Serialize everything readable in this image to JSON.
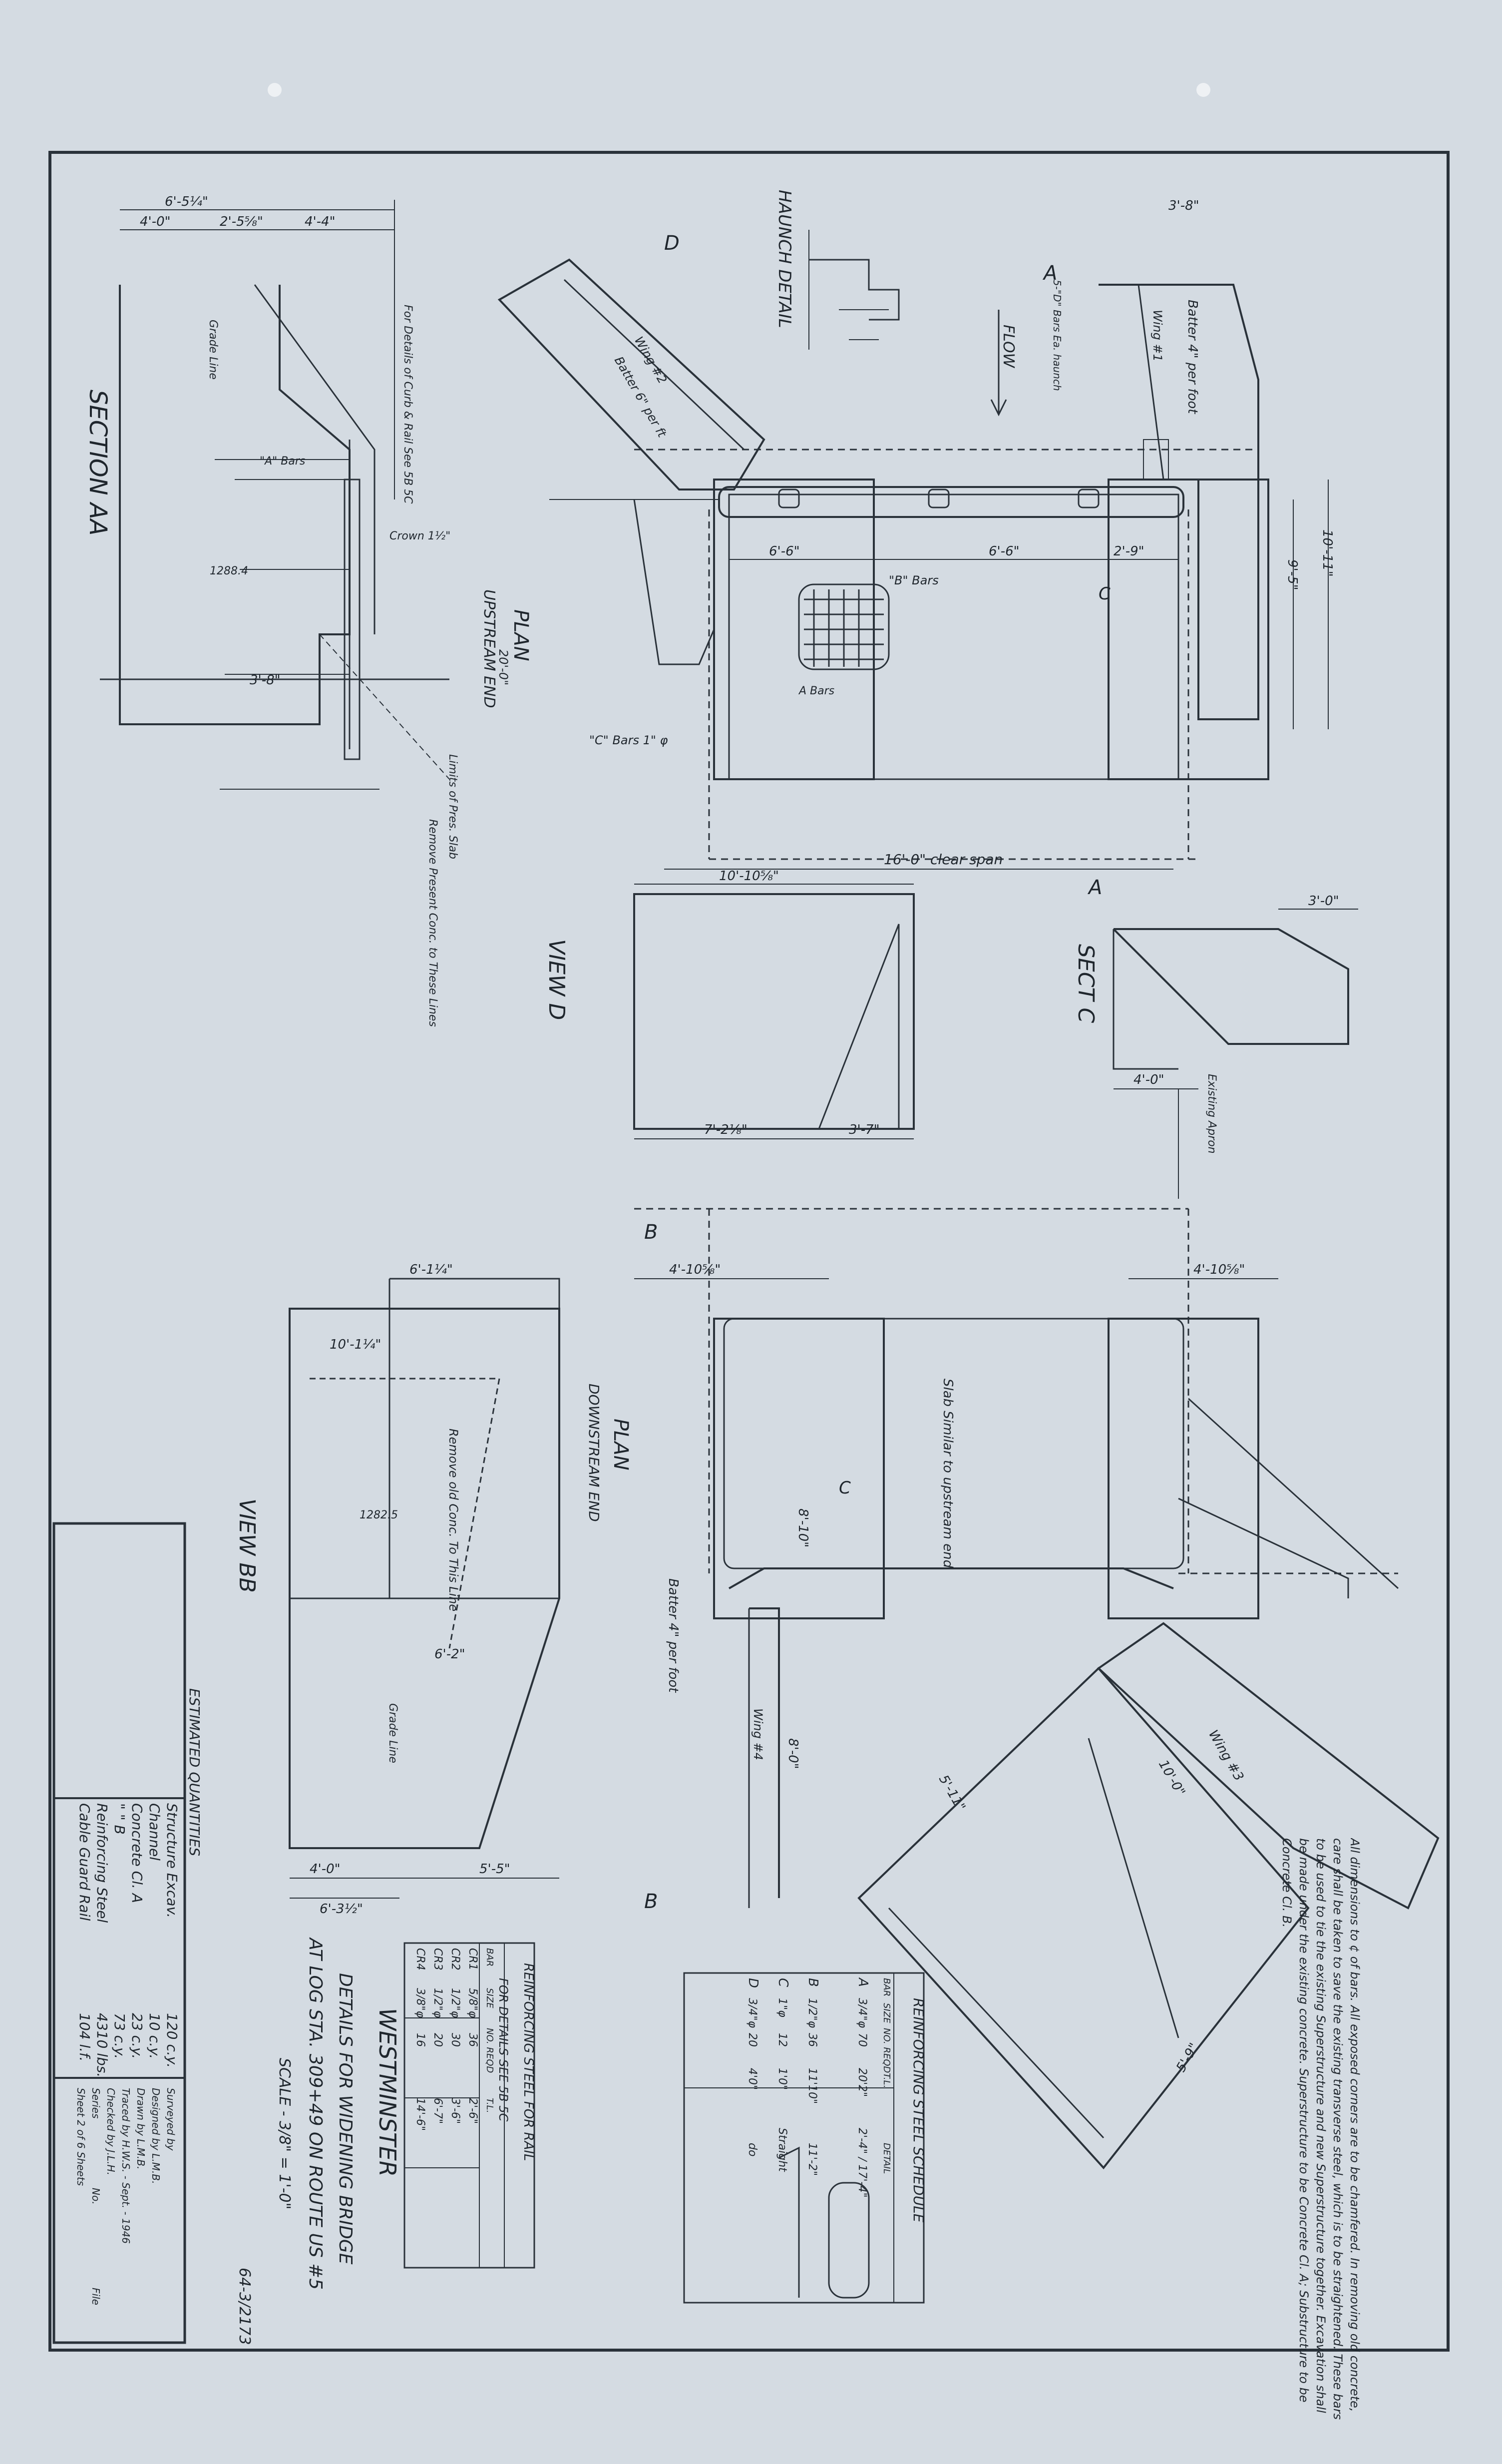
{
  "views": {
    "haunch_detail": "HAUNCH DETAIL",
    "section_aa": "SECTION AA",
    "plan_upstream_title": "PLAN",
    "plan_upstream_sub": "UPSTREAM END",
    "plan_downstream_title": "PLAN",
    "plan_downstream_sub": "DOWNSTREAM END",
    "view_d": "VIEW D",
    "sect_c": "SECT C",
    "view_bb": "VIEW BB"
  },
  "upstream_notes": {
    "flow": "FLOW",
    "clear_span": "16'-0\" clear span",
    "wing_1": "Wing #1",
    "wing_2": "Wing #2",
    "batter_4": "Batter 4\" per foot",
    "batter_6": "Batter 6\" per ft",
    "a_bars_note": "5-\"D\" Bars Ea. haunch",
    "c_bars": "\"C\" Bars 1\" φ",
    "b_bars": "\"B\" Bars",
    "a_bars": "A Bars",
    "limits_pres": "Limits of Pres. Slab",
    "existing_apron": "Existing Apron"
  },
  "section_aa_notes": {
    "grade_line": "Grade Line",
    "details_curb": "For Details of Curb & Rail See 5B 5C",
    "a_bars": "\"A\" Bars",
    "crown": "Crown 1½\"",
    "remove_concrete": "Remove Present Conc. to These Lines",
    "elev": "1288.4"
  },
  "downstream_notes": {
    "slab_similar": "Slab Similar to upstream end",
    "remove_old": "Remove old Conc. To This Line",
    "wing_3": "Wing #3",
    "wing_4": "Wing #4",
    "batter_4": "Batter 4\" per foot",
    "grade_line": "Grade Line",
    "elev": "1282.5"
  },
  "general_notes": {
    "text": "All dimensions to ¢ of bars. All exposed corners are to be chamfered. In removing old concrete, care shall be taken to save the existing transverse steel, which is to be straightened. These bars to be used to tie the existing Superstructure and new Superstructure together. Excavation shall be made under the existing concrete. Superstructure to be Concrete Cl. A; Substructure to be Concrete Cl. B."
  },
  "reinforcing_schedule": {
    "title": "REINFORCING STEEL SCHEDULE",
    "headers": [
      "BAR",
      "SIZE",
      "NO. REQD",
      "T.L.",
      "DETAIL"
    ],
    "rows": [
      {
        "bar": "A",
        "size": "3/4\"φ",
        "no": "70",
        "tl": "20'2\"",
        "detail": "2'-4\" / 17'-4\""
      },
      {
        "bar": "B",
        "size": "1/2\"φ",
        "no": "36",
        "tl": "11'10\"",
        "detail": "11'-2\""
      },
      {
        "bar": "C",
        "size": "1\"φ",
        "no": "12",
        "tl": "1'0\"",
        "detail": "Straight"
      },
      {
        "bar": "D",
        "size": "3/4\"φ",
        "no": "20",
        "tl": "4'0\"",
        "detail": "do"
      }
    ]
  },
  "rail_schedule": {
    "title": "REINFORCING STEEL FOR RAIL",
    "subtitle": "FOR DETAILS SEE 5B 5C",
    "headers": [
      "BAR",
      "SIZE",
      "NO. REQD",
      "T.L."
    ],
    "rows": [
      {
        "bar": "CR1",
        "size": "5/8\"φ",
        "no": "36",
        "tl": "2'-6\""
      },
      {
        "bar": "CR2",
        "size": "1/2\"φ",
        "no": "30",
        "tl": "3'-6\""
      },
      {
        "bar": "CR3",
        "size": "1/2\"φ",
        "no": "20",
        "tl": "6'-7\""
      },
      {
        "bar": "CR4",
        "size": "3/8\"φ",
        "no": "16",
        "tl": "14'-6\""
      }
    ]
  },
  "title_block": {
    "name": "WESTMINSTER",
    "line1": "DETAILS FOR WIDENING BRIDGE",
    "line2": "AT LOG STA. 309+49 ON ROUTE US #5",
    "scale": "SCALE - 3/8\" = 1'-0\"",
    "stamp": "64-3/2173"
  },
  "quantities": {
    "title": "ESTIMATED QUANTITIES",
    "items": [
      {
        "label": "Structure Excav.",
        "value": "120 c.y."
      },
      {
        "label": "Channel",
        "value": "10 c.y."
      },
      {
        "label": "Concrete Cl. A",
        "value": "23 c.y."
      },
      {
        "label": "\" \" B",
        "value": "73 c.y."
      },
      {
        "label": "Reinforcing Steel",
        "value": "4310 lbs."
      },
      {
        "label": "Cable Guard Rail",
        "value": "104 l.f."
      }
    ]
  },
  "signoff": {
    "surveyed_by": "Surveyed by",
    "designed_by": "Designed by  L.M.B.",
    "drawn_by": "Drawn by  L.M.B.",
    "traced_by": "Traced by  H.W.S. - Sept. - 1946",
    "checked_by": "Checked by  J.L.H.",
    "series": "Series",
    "no": "No.",
    "file": "File",
    "sheet": "Sheet 2 of 6 Sheets"
  },
  "dimensions": {
    "d1": "6'-5¼\"",
    "d2": "4'-0\"",
    "d3": "2'-5⅝\"",
    "d4": "4'-4\"",
    "d5": "3'-8\"",
    "d6": "6'-6\"",
    "d7": "6'-6\"",
    "d8": "2'-9\"",
    "d9": "10'-11\"",
    "d10": "9'-5\"",
    "d11": "20'-0\"",
    "d12": "10'-10⅝\"",
    "d13": "7'-2⅛\"",
    "d14": "3'-7\"",
    "d15": "3'-0\"",
    "d16": "4'-0\"",
    "d17": "4'-10⅝\"",
    "d18": "6'-1¼\"",
    "d19": "10'-1¼\"",
    "d20": "6'-2\"",
    "d21": "5'-5\"",
    "d22": "6'-3½\"",
    "d23": "8'-0\"",
    "d24": "10'-0\"",
    "d25": "5'-11\"",
    "d26": "8'-10\"",
    "d27": "5'-9\""
  }
}
